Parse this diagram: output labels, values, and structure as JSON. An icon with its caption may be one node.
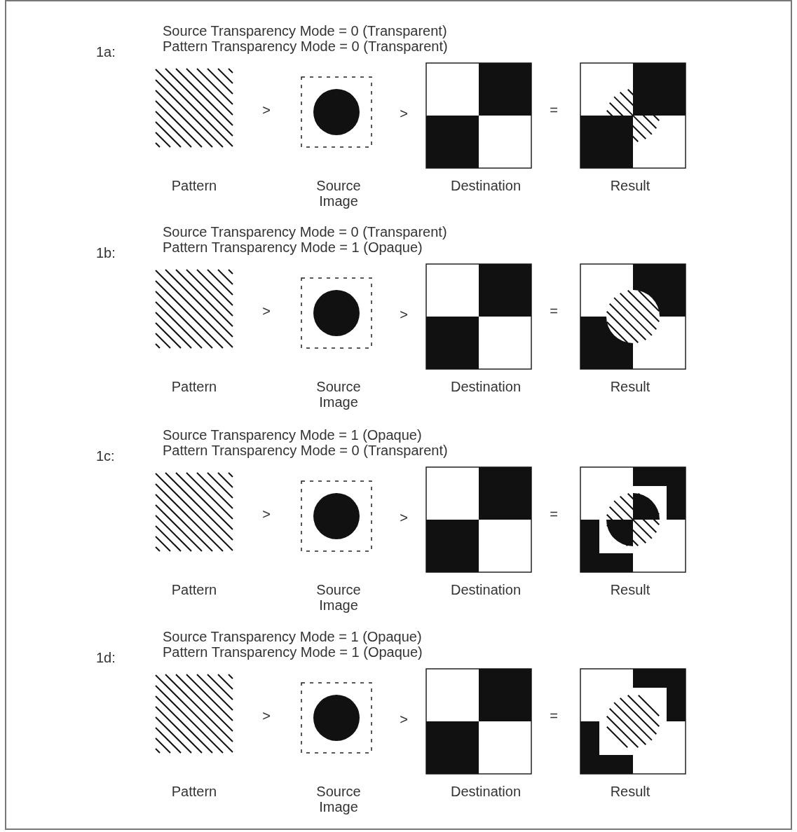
{
  "diagram": {
    "labels": [
      "1a:",
      "Source Transparency Mode = 0 (Transparent)",
      "Pattern Transparency Mode = 0 (Transparent)",
      ">",
      ">",
      "=",
      "Pattern",
      "Source Image",
      "Destination",
      "Result",
      "1b:",
      "Source Transparency Mode = 0 (Transparent)",
      "Pattern Transparency Mode = 1 (Opaque)",
      ">",
      ">",
      "=",
      "Pattern",
      "Source Image",
      "Destination",
      "Result",
      "1c:",
      "Source Transparency Mode = 1 (Opaque)",
      "Pattern Transparency Mode = 0 (Transparent)",
      ">",
      ">",
      "=",
      "Pattern",
      "Source Image",
      "Destination",
      "Result",
      "1d:",
      "Source Transparency Mode = 1 (Opaque)",
      "Pattern Transparency Mode = 1 (Opaque)",
      ">",
      ">",
      "=",
      "Pattern",
      "Source Image",
      "Destination",
      "Result"
    ]
  }
}
